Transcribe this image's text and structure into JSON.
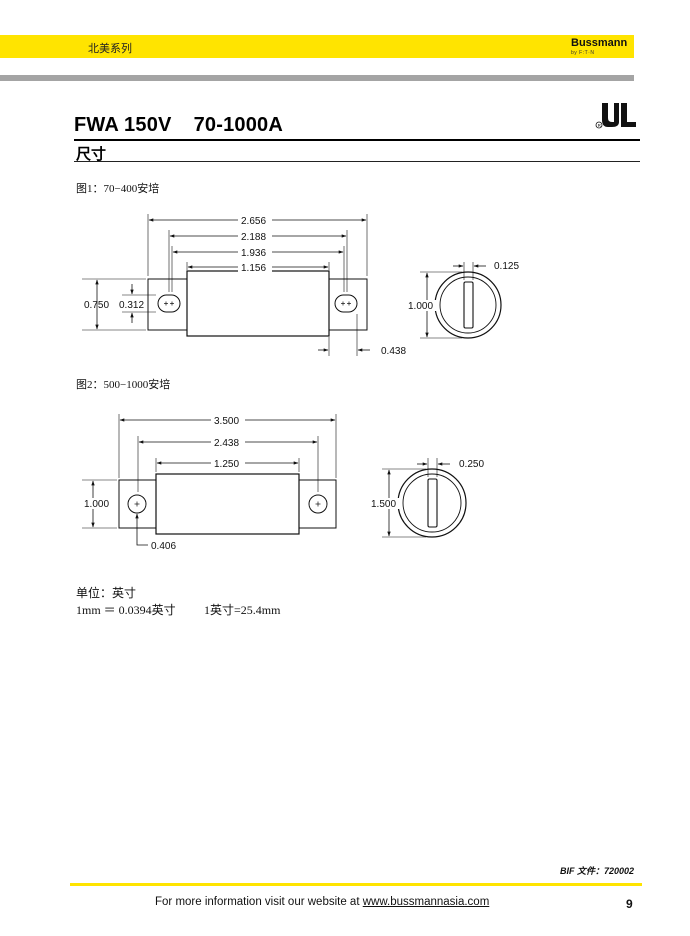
{
  "header": {
    "series_label": "北美系列",
    "brand_name": "Bussmann",
    "brand_sub": "by F:T·N",
    "accent_color": "#ffe400",
    "rule_color": "#a4a4a4"
  },
  "product": {
    "title": "FWA 150V",
    "rating": "70-1000A",
    "cert_icon": "ul-recognized-icon"
  },
  "section": {
    "title": "尺寸"
  },
  "figure1": {
    "caption": "图1：70−400安培",
    "dims": {
      "d2656": "2.656",
      "d2188": "2.188",
      "d1936": "1.936",
      "d1156": "1.156",
      "d0750": "0.750",
      "d0312": "0.312",
      "d0438": "0.438",
      "d1000": "1.000",
      "d0125": "0.125"
    }
  },
  "figure2": {
    "caption": "图2：500−1000安培",
    "dims": {
      "d3500": "3.500",
      "d2438": "2.438",
      "d1250": "1.250",
      "d1000": "1.000",
      "d0406": "0.406",
      "d1500": "1.500",
      "d0250": "0.250"
    }
  },
  "units": {
    "title": "单位：英寸",
    "conversion_mm": "1mm ＝ 0.0394英寸",
    "conversion_in": "1英寸=25.4mm"
  },
  "footer": {
    "bif_label": "BIF 文件：720002",
    "text_prefix": "For more information visit our website at ",
    "link_text": "www.bussmannasia.com",
    "page_number": "9"
  }
}
